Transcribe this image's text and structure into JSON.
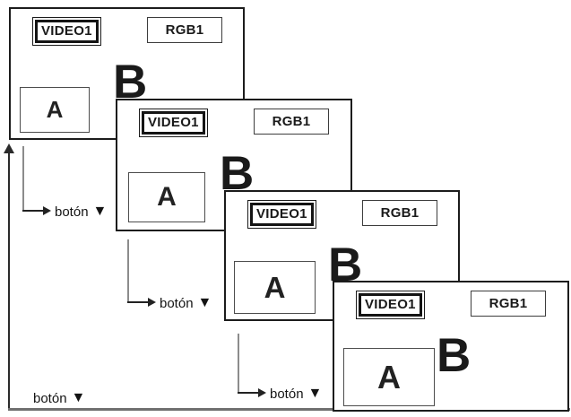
{
  "diagram": {
    "title": "pip-size-adjust-sequence",
    "screens": [
      {
        "video_label": "VIDEO1",
        "rgb_label": "RGB1",
        "main_label": "B",
        "pip_label": "A"
      },
      {
        "video_label": "VIDEO1",
        "rgb_label": "RGB1",
        "main_label": "B",
        "pip_label": "A"
      },
      {
        "video_label": "VIDEO1",
        "rgb_label": "RGB1",
        "main_label": "B",
        "pip_label": "A"
      },
      {
        "video_label": "VIDEO1",
        "rgb_label": "RGB1",
        "main_label": "B",
        "pip_label": "A"
      }
    ],
    "button_annotations": [
      {
        "label": "botón",
        "arrow": "▼"
      },
      {
        "label": "botón",
        "arrow": "▼"
      },
      {
        "label": "botón",
        "arrow": "▼"
      },
      {
        "label": "botón",
        "arrow": "▼"
      }
    ],
    "colors": {
      "frame_border": "#1c1c1c",
      "elbow_gray": "#8c8c8c",
      "baseline_gray": "#6f6f6f",
      "text_black": "#141414"
    }
  }
}
